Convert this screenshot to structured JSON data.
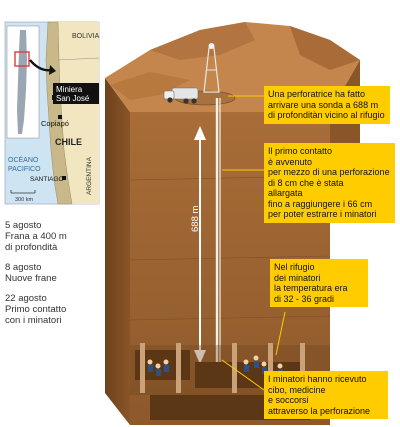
{
  "map": {
    "country_bolivia": "BOLIVIA",
    "country_chile": "CHILE",
    "country_argentina": "ARGENTINA",
    "ocean_line1": "OCÉANO",
    "ocean_line2": "PACIFICO",
    "city_copiapo": "Copiapó",
    "city_santiago": "SANTIAGO",
    "mine_line1": "Miniera",
    "mine_line2": "San José",
    "scale_label": "300 km",
    "colors": {
      "land": "#f2e6c0",
      "sea": "#cfe4f2",
      "chile": "#c9b98a",
      "accent": "#e23a3a"
    }
  },
  "timeline": [
    {
      "lines": [
        "5 agosto",
        "Frana a 400 m",
        "di profondità"
      ]
    },
    {
      "lines": [
        "8 agosto",
        "Nuove frane"
      ]
    },
    {
      "lines": [
        "22 agosto",
        "Primo contatto",
        "con i minatori"
      ]
    }
  ],
  "diagram": {
    "depth_label": "688 m",
    "colors": {
      "ground_front": "#9a6433",
      "ground_side": "#7a4a22",
      "ground_top": "#c4864c",
      "note": "#ffcc00"
    },
    "notes": [
      {
        "id": "probe",
        "text": "Una perforatrice ha fatto\narrivare una sonda a 688 m\ndi profonditàn vicino al rifugio"
      },
      {
        "id": "contact",
        "text": "Il primo contatto\nè avvenuto\nper mezzo di una perforazione\ndi 8 cm che è stata\nallargata\nfino a raggiungere i 66 cm\nper poter estrarre i minatori"
      },
      {
        "id": "shelter",
        "text": "Nel rifugio\ndei minatori\nla temperatura era\ndi 32 - 36 gradi"
      },
      {
        "id": "supplies",
        "text": "I minatori hanno ricevuto\ncibo, medicine\ne soccorsi\nattraverso la perforazione"
      }
    ]
  }
}
